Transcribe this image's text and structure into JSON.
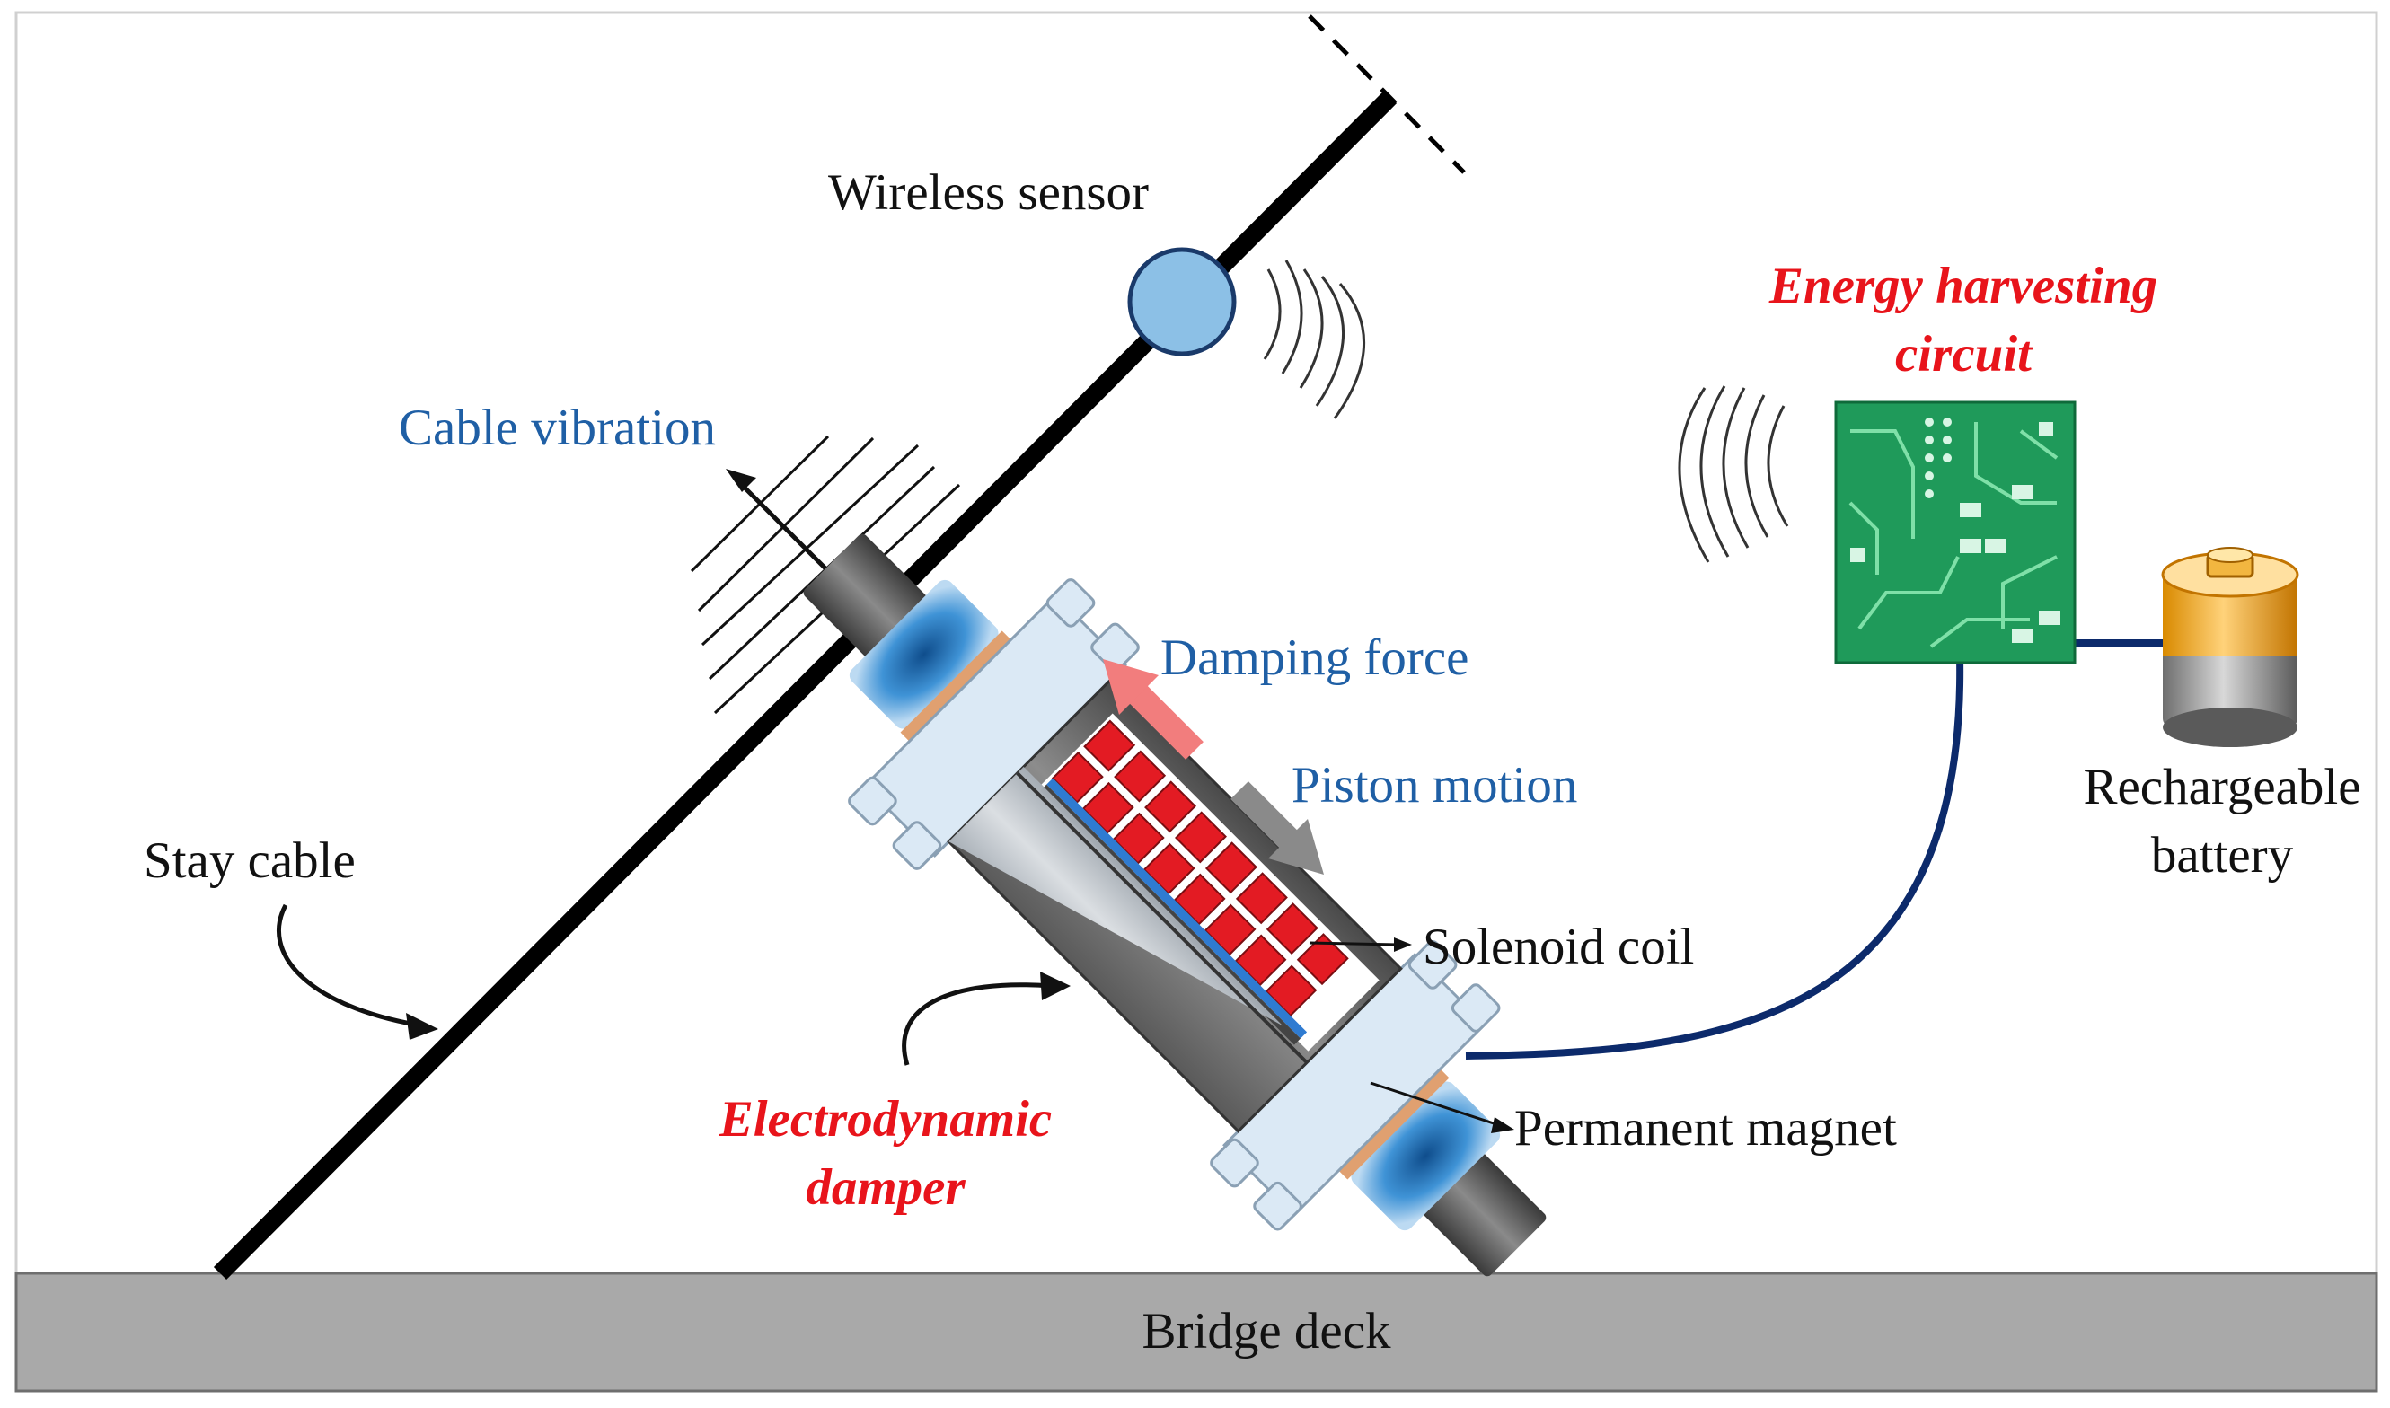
{
  "labels": {
    "wireless_sensor": "Wireless sensor",
    "cable_vibration": "Cable vibration",
    "stay_cable": "Stay cable",
    "damping_force": "Damping force",
    "piston_motion": "Piston motion",
    "solenoid_coil": "Solenoid coil",
    "permanent_magnet": "Permanent magnet",
    "damper_line1": "Electrodynamic",
    "damper_line2": "damper",
    "harvest_line1": "Energy harvesting",
    "harvest_line2": "circuit",
    "battery_line1": "Rechargeable",
    "battery_line2": "battery",
    "bridge_deck": "Bridge deck"
  },
  "colors": {
    "cable": "#000000",
    "sensor": "#8cc0e6",
    "deck": "#a9a9a9",
    "pcb": "#1f9a5a",
    "wire": "#0c2a6b",
    "coil": "#e31b23",
    "magnet": "#2f7bd1",
    "damping_arrow": "#f27d7d",
    "piston_arrow": "#8a8a8a",
    "label_blue": "#1f5fa5",
    "label_red": "#e8141b"
  },
  "icons": [
    "wireless-sensor-icon",
    "signal-waves-icon",
    "pcb-icon",
    "battery-icon",
    "damper-icon"
  ]
}
